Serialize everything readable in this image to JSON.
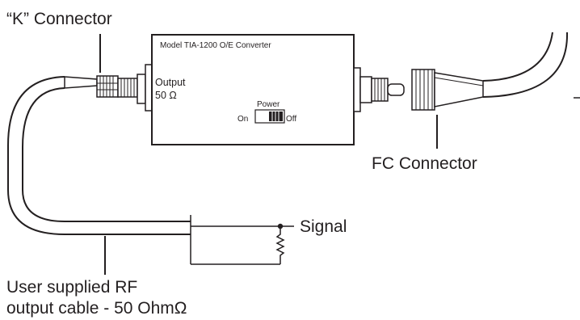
{
  "labels": {
    "k_connector": "“K” Connector",
    "fc_connector": "FC Connector",
    "signal": "Signal",
    "cable_line1": "User supplied RF",
    "cable_line2": "output cable - 50 OhmΩ"
  },
  "converter": {
    "model": "Model TIA-1200 O/E Converter",
    "output_line1": "Output",
    "output_line2": "50 Ω",
    "power_label": "Power",
    "on_label": "On",
    "off_label": "Off"
  },
  "colors": {
    "line": "#231f20",
    "background": "#ffffff"
  }
}
